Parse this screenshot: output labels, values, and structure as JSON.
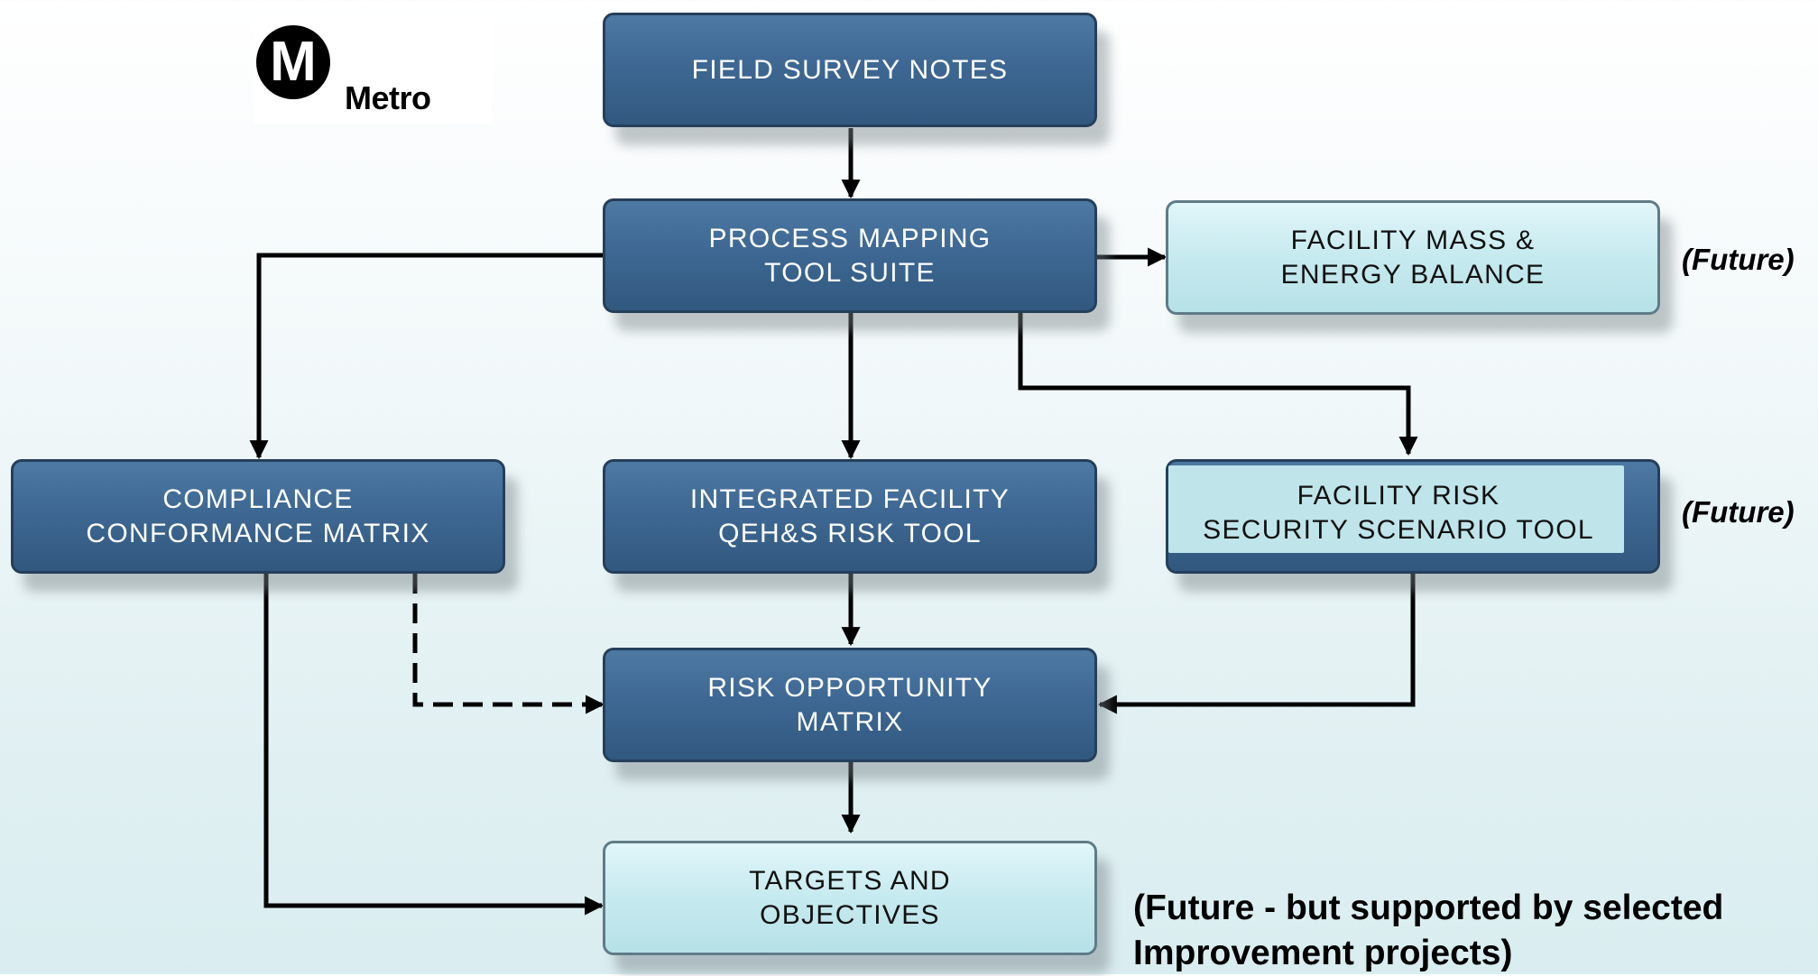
{
  "logo": {
    "letter": "M",
    "word": "Metro"
  },
  "boxes": {
    "field_survey": "FIELD SURVEY NOTES",
    "process_mapping": "PROCESS MAPPING\nTOOL SUITE",
    "mass_energy": "FACILITY MASS &\nENERGY BALANCE",
    "compliance": "COMPLIANCE\nCONFORMANCE MATRIX",
    "integrated": "INTEGRATED FACILITY\nQEH&S RISK TOOL",
    "facility_risk": "FACILITY RISK\nSECURITY SCENARIO TOOL",
    "risk_opportunity": "RISK OPPORTUNITY\nMATRIX",
    "targets": "TARGETS AND\nOBJECTIVES"
  },
  "labels": {
    "future_1": "(Future)",
    "future_2": "(Future)",
    "future_note": "(Future - but supported by selected\nImprovement projects)"
  },
  "colors": {
    "dark_box": "#3e6893",
    "light_box": "#c6eaef",
    "arrow": "#000000"
  }
}
